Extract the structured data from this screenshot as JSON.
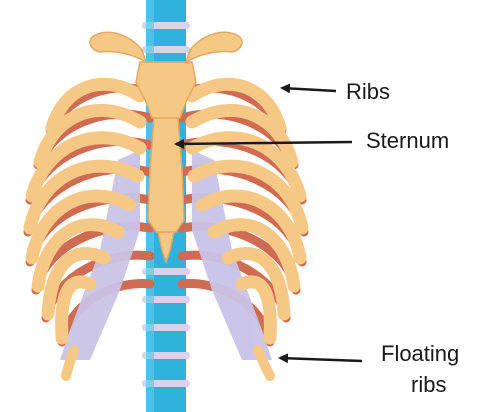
{
  "labels": {
    "ribs": "Ribs",
    "sternum": "Sternum",
    "floating_line1": "Floating",
    "floating_line2": "ribs"
  },
  "colors": {
    "bone": "#f6c886",
    "bone_edge": "#e5a862",
    "rib_inner": "#cf6b52",
    "cartilage": "#c9c3e6",
    "vertebra": "#2fb3dd",
    "vertebra_disc": "#d8d2ee",
    "text": "#1a1a1a"
  }
}
